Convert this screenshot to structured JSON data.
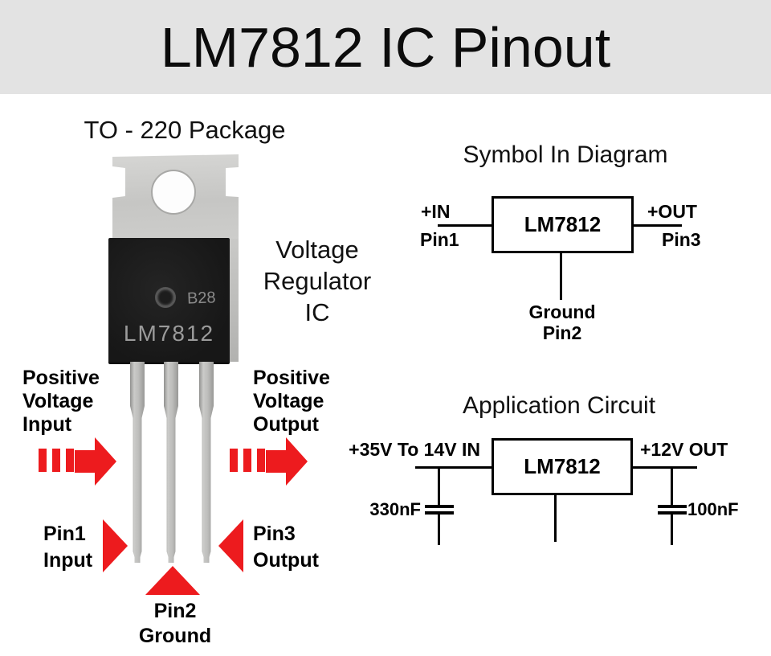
{
  "header": {
    "title": "LM7812 IC Pinout"
  },
  "package": {
    "heading": "TO - 220 Package",
    "side_label": [
      "Voltage",
      "Regulator",
      "IC"
    ],
    "chip": {
      "marking": "B28",
      "part_number": "LM7812"
    },
    "input_callout": [
      "Positive",
      "Voltage",
      "Input"
    ],
    "output_callout": [
      "Positive",
      "Voltage",
      "Output"
    ],
    "pin1_callout": [
      "Pin1",
      "Input"
    ],
    "pin3_callout": [
      "Pin3",
      "Output"
    ],
    "pin2_callout": [
      "Pin2",
      "Ground"
    ]
  },
  "symbol": {
    "heading": "Symbol In Diagram",
    "box_label": "LM7812",
    "input_top": "+IN",
    "input_bottom": "Pin1",
    "output_top": "+OUT",
    "output_bottom": "Pin3",
    "ground_lines": [
      "Ground",
      "Pin2"
    ]
  },
  "circuit": {
    "heading": "Application Circuit",
    "box_label": "LM7812",
    "input_label": "+35V To 14V IN",
    "output_label": "+12V OUT",
    "input_cap": "330nF",
    "output_cap": "100nF"
  },
  "colors": {
    "accent_red": "#ed1b1e",
    "titlebar_bg": "#e3e3e3",
    "ic_body": "#1a1a1a",
    "metal_tab": "#c8c8c6"
  }
}
